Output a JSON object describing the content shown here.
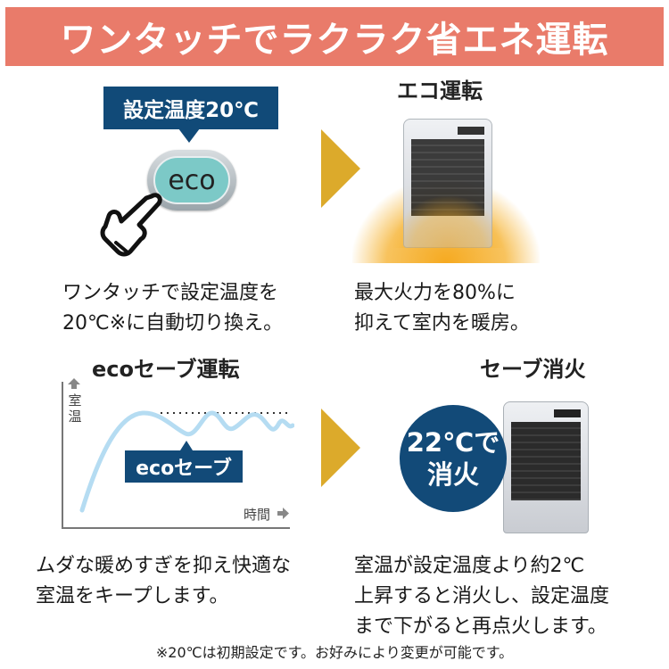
{
  "banner": {
    "title": "ワンタッチでラクラク省エネ運転",
    "bg_color": "#e97b6a"
  },
  "step1": {
    "callout": "設定温度20℃",
    "button_label": "eco",
    "description": [
      "ワンタッチで設定温度を",
      "20℃※に自動切り換え。"
    ],
    "icons": {
      "hand": "pointing-hand-icon"
    }
  },
  "step2": {
    "title": "エコ運転",
    "description": [
      "最大火力を80%に",
      "抑えて室内を暖房。"
    ]
  },
  "step3": {
    "title": "ecoセーブ運転",
    "description": [
      "ムダな暖めすぎを抑え快適な",
      "室温をキープします。"
    ]
  },
  "step4": {
    "title": "セーブ消火",
    "bubble": [
      "22℃で",
      "消火"
    ],
    "description": [
      "室温が設定温度より約2℃",
      "上昇すると消火し、設定温度",
      "まで下がると再点火します。"
    ]
  },
  "footnote": "※20℃は初期設定です。お好みにより変更が可能です。",
  "chart_data": {
    "type": "line",
    "title": "ecoセーブ運転",
    "xlabel": "時間",
    "ylabel": "室温",
    "annotation": "ecoセーブ",
    "reference_line": "dotted setpoint line",
    "series": [
      {
        "name": "室温",
        "values": "rises to peak, then oscillates below setpoint"
      }
    ],
    "grid": false
  },
  "colors": {
    "navy": "#124a78",
    "arrow": "#dcaa2b",
    "curve": "#b5dcf2",
    "eco_button": "#7cc9c7"
  }
}
